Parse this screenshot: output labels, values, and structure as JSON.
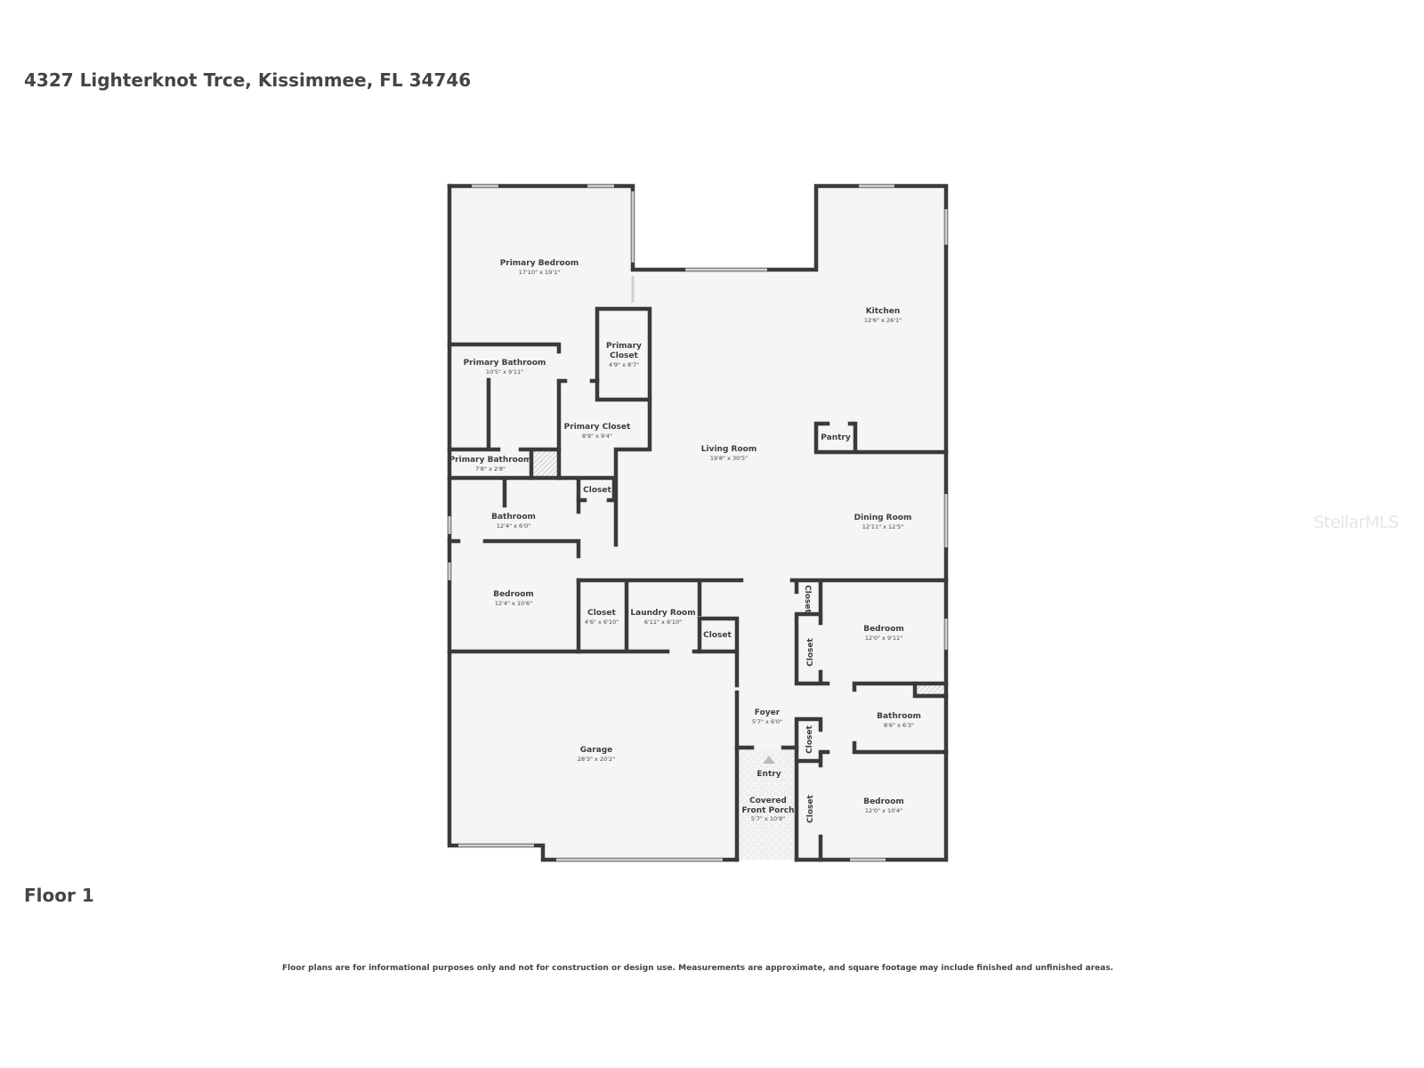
{
  "header": {
    "address": "4327 Lighterknot Trce, Kissimmee, FL 34746"
  },
  "floor_label": "Floor 1",
  "disclaimer": "Floor plans are for informational purposes only and not for construction or design use. Measurements are approximate, and square footage may include finished and unfinished areas.",
  "watermark": "StellarMLS",
  "colors": {
    "wall": "#3a3a3a",
    "floor": "#f5f5f5",
    "window": "#d0d0d0"
  },
  "rooms": [
    {
      "name": "Primary Bedroom",
      "dims": "17'10\" x 19'1\""
    },
    {
      "name": "Kitchen",
      "dims": "12'6\" x 26'1\""
    },
    {
      "name": "Primary",
      "name2": "Closet",
      "dims": "4'9\" x 8'7\""
    },
    {
      "name": "Primary Bathroom",
      "dims": "10'5\" x 9'11\""
    },
    {
      "name": "Primary Closet",
      "dims": "8'9\" x 9'4\""
    },
    {
      "name": "Living Room",
      "dims": "19'8\" x 30'5\""
    },
    {
      "name": "Pantry"
    },
    {
      "name": "Primary Bathroom",
      "dims": "7'8\" x 2'8\""
    },
    {
      "name": "Closet"
    },
    {
      "name": "Bathroom",
      "dims": "12'4\" x 6'0\""
    },
    {
      "name": "Dining Room",
      "dims": "12'11\" x 12'5\""
    },
    {
      "name": "Bedroom",
      "dims": "12'4\" x 10'6\""
    },
    {
      "name": "Closet",
      "dims": "4'6\" x 6'10\""
    },
    {
      "name": "Laundry Room",
      "dims": "6'11\" x 6'10\""
    },
    {
      "name": "Closet"
    },
    {
      "name": "Bedroom",
      "dims": "12'0\" x 9'11\""
    },
    {
      "name": "Foyer",
      "dims": "5'7\" x 6'0\""
    },
    {
      "name": "Bathroom",
      "dims": "8'6\" x 6'3\""
    },
    {
      "name": "Garage",
      "dims": "28'3\" x 20'2\""
    },
    {
      "name": "Entry"
    },
    {
      "name": "Covered",
      "name2": "Front Porch",
      "dims": "5'7\" x 10'9\""
    },
    {
      "name": "Bedroom",
      "dims": "12'0\" x 10'4\""
    },
    {
      "name": "Closet"
    },
    {
      "name": "Closet"
    },
    {
      "name": "Closet"
    },
    {
      "name": "Closet"
    }
  ]
}
